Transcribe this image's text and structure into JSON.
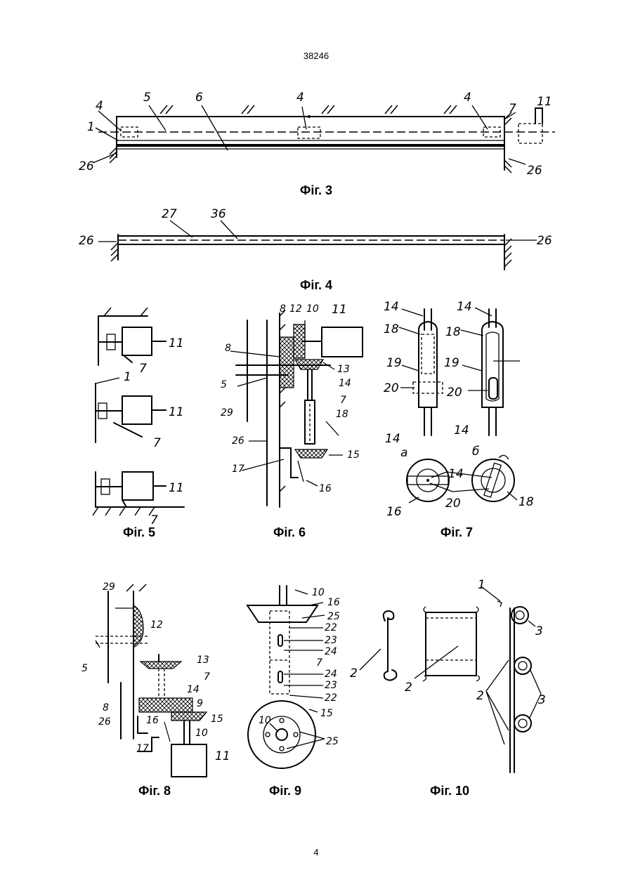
{
  "header": {
    "doc_number": "38246",
    "page_number": "4"
  },
  "figures": {
    "fig3": {
      "caption": "Фіг. 3",
      "labels": {
        "l1": "1",
        "l4a": "4",
        "l5": "5",
        "l6": "6",
        "l4b": "4",
        "l4c": "4",
        "l7": "7",
        "l11": "11",
        "l26a": "26",
        "l26b": "26"
      }
    },
    "fig4": {
      "caption": "Фіг. 4",
      "labels": {
        "l27": "27",
        "l36": "36",
        "l26a": "26",
        "l26b": "26"
      }
    },
    "fig5": {
      "caption": "Фіг. 5",
      "labels": {
        "l11a": "11",
        "l7a": "7",
        "l1": "1",
        "l11b": "11",
        "l7b": "7",
        "l11c": "11",
        "l7c": "7"
      }
    },
    "fig6": {
      "caption": "Фіг. 6",
      "labels": {
        "l8a": "8",
        "l12": "12",
        "l10": "10",
        "l11": "11",
        "l8b": "8",
        "l13": "13",
        "l5": "5",
        "l14": "14",
        "l7": "7",
        "l29": "29",
        "l18": "18",
        "l26": "26",
        "l15": "15",
        "l17": "17",
        "l16": "16"
      }
    },
    "fig7": {
      "caption": "Фіг. 7",
      "labels": {
        "l14a": "14",
        "l14b": "14",
        "l18a": "18",
        "l18b": "18",
        "l19a": "19",
        "l19b": "19",
        "l20a": "20",
        "l20b": "20",
        "l14c": "14",
        "l14d": "14",
        "la": "а",
        "lb": "б",
        "l14e": "14",
        "l16": "16",
        "l20c": "20",
        "l18c": "18"
      }
    },
    "fig8": {
      "caption": "Фіг. 8",
      "labels": {
        "l29": "29",
        "l12": "12",
        "l5": "5",
        "l13": "13",
        "l7": "7",
        "l14": "14",
        "l8": "8",
        "l9": "9",
        "l16": "16",
        "l15": "15",
        "l26": "26",
        "l10": "10",
        "l17": "17",
        "l11": "11"
      }
    },
    "fig9": {
      "caption": "Фіг. 9",
      "labels": {
        "l10a": "10",
        "l16": "16",
        "l25a": "25",
        "l22a": "22",
        "l23a": "23",
        "l24a": "24",
        "l7": "7",
        "l24b": "24",
        "l23b": "23",
        "l22b": "22",
        "l10b": "10",
        "l15": "15",
        "l25b": "25"
      }
    },
    "fig10": {
      "caption": "Фіг. 10",
      "labels": {
        "l2a": "2",
        "l2b": "2",
        "l1": "1",
        "l3a": "3",
        "l2c": "2",
        "l3b": "3"
      }
    }
  }
}
